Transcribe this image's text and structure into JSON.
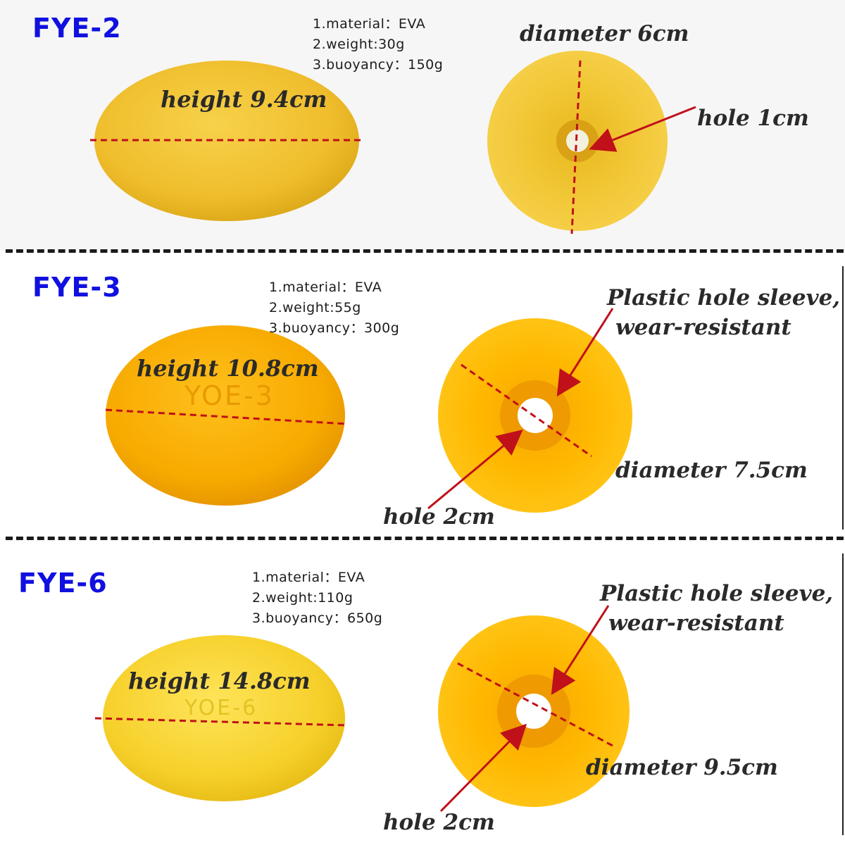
{
  "products": [
    {
      "model": "FYE-2",
      "specs": [
        "1.material：EVA",
        "2.weight:30g",
        "3.buoyancy：150g"
      ],
      "side_label": "height 9.4cm",
      "diameter_label": "diameter 6cm",
      "hole_label": "hole 1cm"
    },
    {
      "model": "FYE-3",
      "specs": [
        "1.material：EVA",
        "2.weight:55g",
        "3.buoyancy：300g"
      ],
      "side_label": "height 10.8cm",
      "embossed": "YOE-3",
      "sleeve_label": [
        "Plastic hole sleeve,",
        "wear-resistant"
      ],
      "diameter_label": "diameter 7.5cm",
      "hole_label": "hole 2cm"
    },
    {
      "model": "FYE-6",
      "specs": [
        "1.material：EVA",
        "2.weight:110g",
        "3.buoyancy：650g"
      ],
      "side_label": "height 14.8cm",
      "embossed": "YOE-6",
      "sleeve_label": [
        "Plastic hole sleeve,",
        "wear-resistant"
      ],
      "diameter_label": "diameter 9.5cm",
      "hole_label": "hole 2cm"
    }
  ],
  "colors": {
    "model_text": "#1010e0",
    "float_yellow": "#f2c232",
    "float_orange": "#f6a400",
    "guide_line": "#c0101a"
  }
}
